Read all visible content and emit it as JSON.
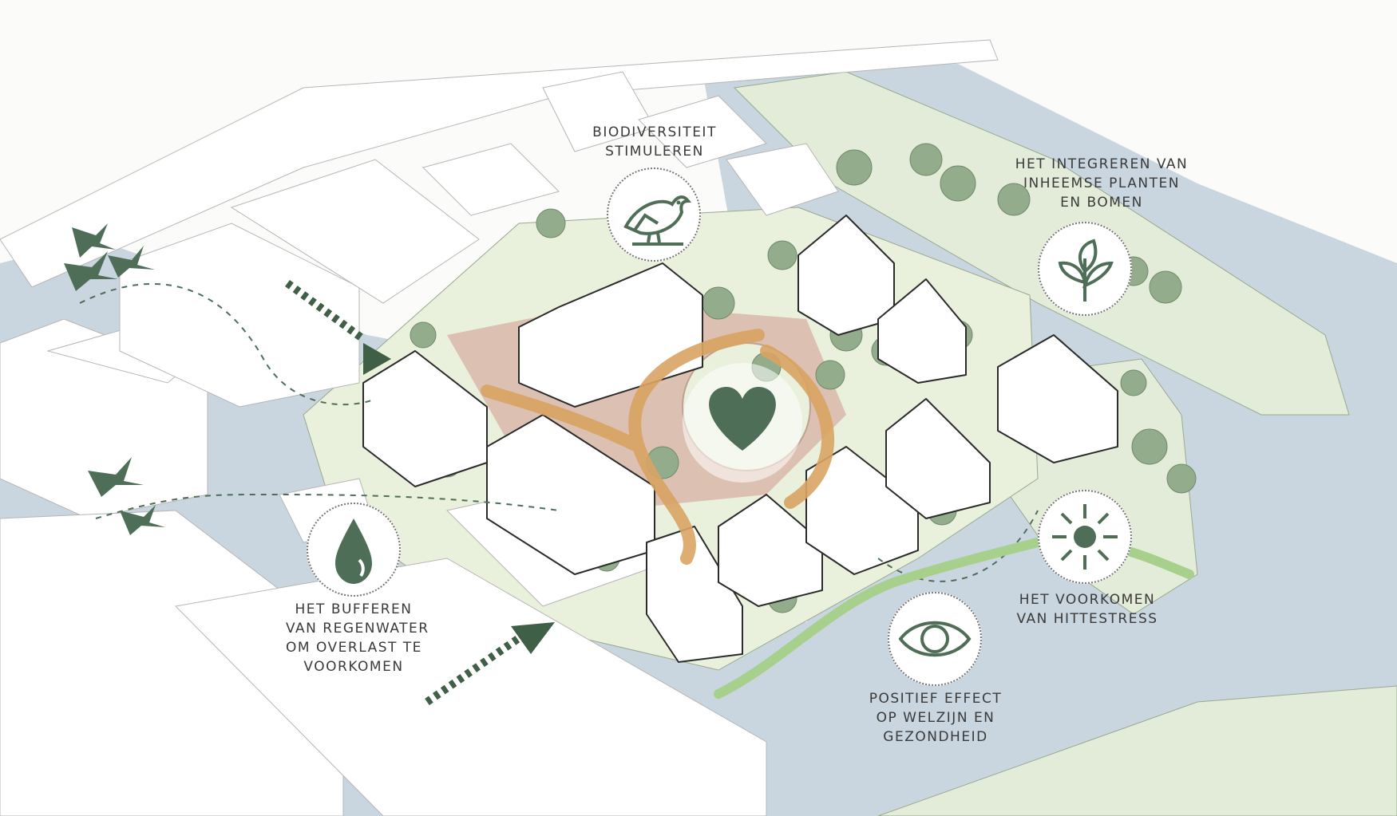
{
  "colors": {
    "water": "#c9d6df",
    "green": "#dfead0",
    "dark_green": "#4f6e57",
    "tree": "#8fac8a",
    "path": "#d9b7aa",
    "orange_arrow": "#d9a463",
    "outline": "#333333"
  },
  "labels": {
    "biodiversity": [
      "BIODIVERSITEIT",
      "STIMULEREN"
    ],
    "native": [
      "HET INTEGREREN VAN",
      "INHEEMSE PLANTEN",
      "EN BOMEN"
    ],
    "rainwater": [
      "HET BUFFEREN",
      "VAN REGENWATER",
      "OM OVERLAST TE",
      "VOORKOMEN"
    ],
    "heat": [
      "HET VOORKOMEN",
      "VAN HITTESTRESS"
    ],
    "wellbeing": [
      "POSITIEF EFFECT",
      "OP WELZIJN EN",
      "GEZONDHEID"
    ]
  },
  "icons": {
    "biodiversity": "bird-icon",
    "native": "plant-icon",
    "rainwater": "water-drop-icon",
    "heat": "sun-icon",
    "wellbeing": "eye-icon",
    "center": "heart-icon"
  }
}
